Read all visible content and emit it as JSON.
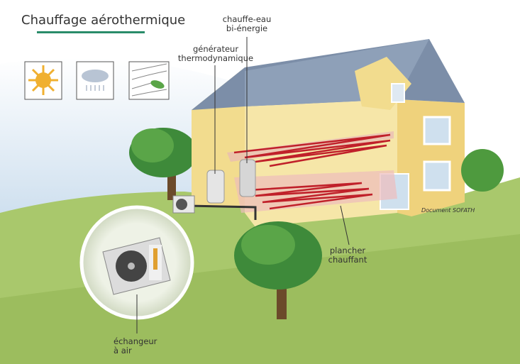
{
  "title": "Chauffage aérothermique",
  "labels": {
    "water_heater": [
      "chauffe-eau",
      "bi-énergie"
    ],
    "generator": [
      "générateur",
      "thermodynamique"
    ],
    "floor_heating": [
      "plancher",
      "chauffant"
    ],
    "air_exchanger": [
      "échangeur",
      "à air"
    ]
  },
  "credit": "Document SOFATH",
  "icons": [
    "sun-icon",
    "rain-cloud-icon",
    "wind-leaf-icon"
  ],
  "colors": {
    "title_underline": "#2a8c6a",
    "pipes": "#c0202a",
    "wall": "#f2dc8e",
    "roof": "#7c8ea8",
    "grass": "#a7c86a"
  }
}
